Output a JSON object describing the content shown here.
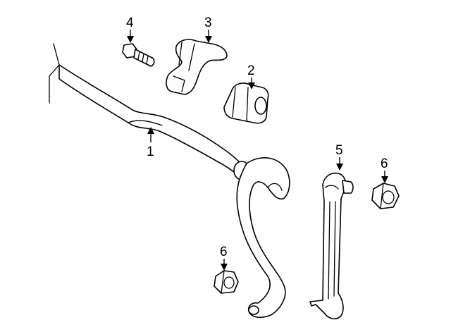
{
  "callouts": {
    "stabilizer_bar": "1",
    "bushing": "2",
    "bracket": "3",
    "bolt": "4",
    "stabilizer_link": "5",
    "nut_right": "6",
    "nut_lower": "6"
  },
  "colors": {
    "line": "#000000",
    "fill": "#ffffff"
  }
}
